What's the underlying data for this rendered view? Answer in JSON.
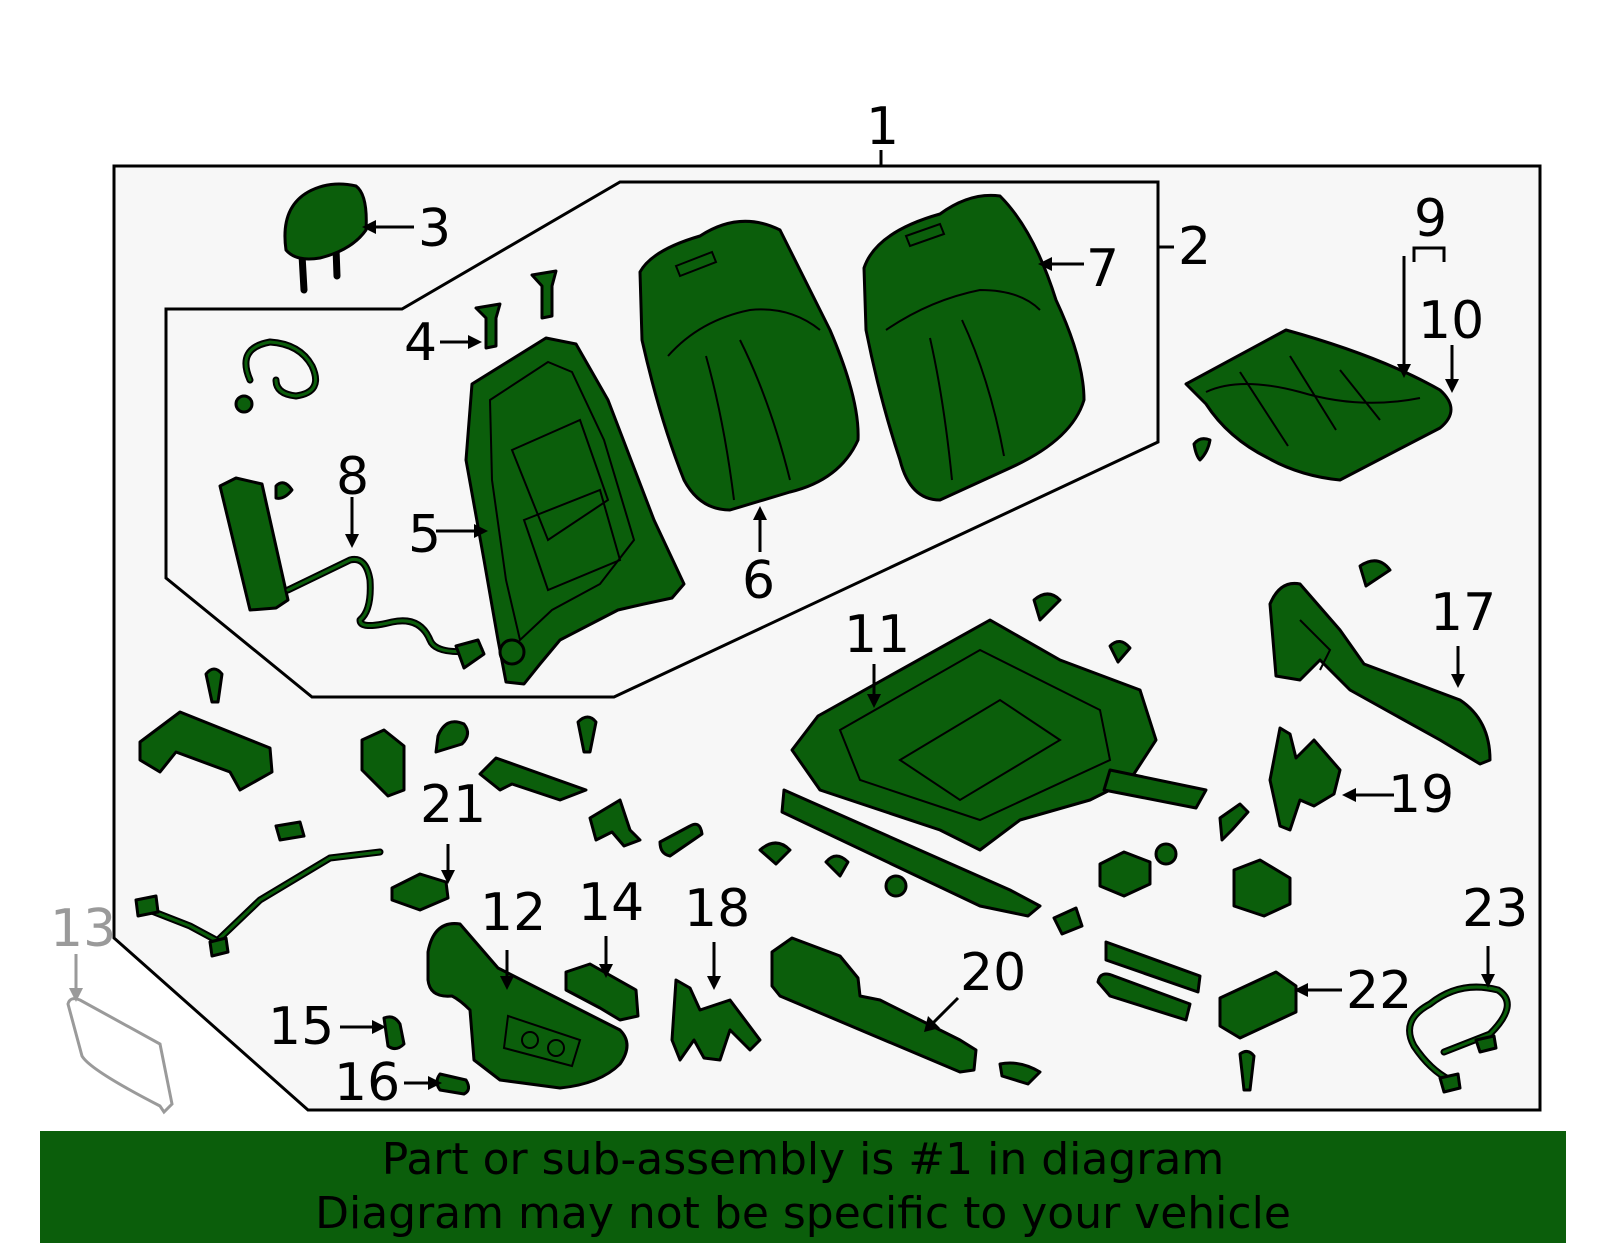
{
  "diagram": {
    "callouts": [
      {
        "id": "1",
        "label": "1"
      },
      {
        "id": "2",
        "label": "2"
      },
      {
        "id": "3",
        "label": "3"
      },
      {
        "id": "4",
        "label": "4"
      },
      {
        "id": "5",
        "label": "5"
      },
      {
        "id": "6",
        "label": "6"
      },
      {
        "id": "7",
        "label": "7"
      },
      {
        "id": "8",
        "label": "8"
      },
      {
        "id": "9",
        "label": "9"
      },
      {
        "id": "10",
        "label": "10"
      },
      {
        "id": "11",
        "label": "11"
      },
      {
        "id": "12",
        "label": "12"
      },
      {
        "id": "13",
        "label": "13"
      },
      {
        "id": "14",
        "label": "14"
      },
      {
        "id": "15",
        "label": "15"
      },
      {
        "id": "16",
        "label": "16"
      },
      {
        "id": "17",
        "label": "17"
      },
      {
        "id": "18",
        "label": "18"
      },
      {
        "id": "19",
        "label": "19"
      },
      {
        "id": "20",
        "label": "20"
      },
      {
        "id": "21",
        "label": "21"
      },
      {
        "id": "22",
        "label": "22"
      },
      {
        "id": "23",
        "label": "23"
      }
    ],
    "colors": {
      "part_fill": "#0b5e0b",
      "outline": "#000000",
      "box_background": "#f7f7f7",
      "not_included_part": "#9a9a9a",
      "banner": "#0b5e0b"
    }
  },
  "banner": {
    "line1": "Part or sub-assembly is #1 in diagram",
    "line2": "Diagram may not be specific to your vehicle"
  }
}
